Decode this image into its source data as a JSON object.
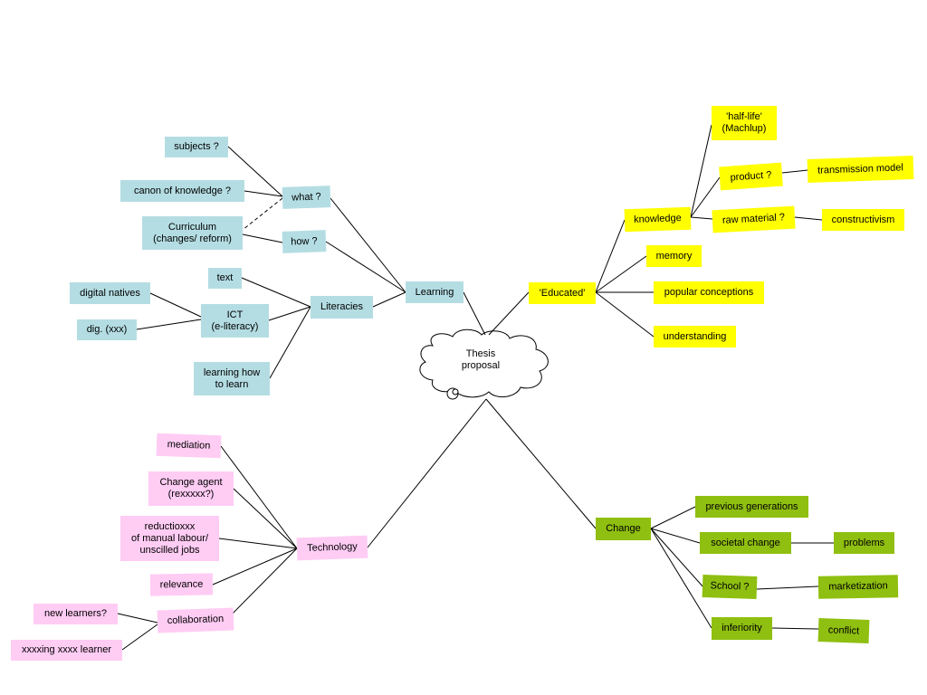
{
  "center": {
    "label": "Thesis\nproposal"
  },
  "nodes": {
    "learning": "Learning",
    "what": "what ?",
    "how": "how ?",
    "subjects": "subjects ?",
    "canon": "canon of knowledge ?",
    "curriculum": "Curriculum\n(changes/ reform)",
    "literacies": "Literacies",
    "text": "text",
    "ict": "ICT\n(e-literacy)",
    "digital_natives": "digital natives",
    "dig_xxx": "dig. (xxx)",
    "learning_how": "learning how\nto learn",
    "educated": "'Educated'",
    "knowledge": "knowledge",
    "half_life": "'half-life'\n(Machlup)",
    "product": "product ?",
    "transmission": "transmission model",
    "raw_material": "raw material ?",
    "constructivism": "constructivism",
    "memory": "memory",
    "popular": "popular conceptions",
    "understanding": "understanding",
    "technology": "Technology",
    "mediation": "mediation",
    "change_agent": "Change agent\n(rexxxxx?)",
    "reductio": "reductioxxx\nof manual labour/\nunscilled jobs",
    "relevance": "relevance",
    "collaboration": "collaboration",
    "new_learners": "new learners?",
    "xxxxing": "xxxxing xxxx learner",
    "change": "Change",
    "previous": "previous generations",
    "societal": "societal change",
    "problems": "problems",
    "school": "School ?",
    "marketization": "marketization",
    "inferiority": "inferiority",
    "conflict": "conflict"
  },
  "colors": {
    "learning_branch": "#b4dde3",
    "educated_branch": "#ffff00",
    "technology_branch": "#ffccf4",
    "change_branch": "#8fbf10"
  }
}
